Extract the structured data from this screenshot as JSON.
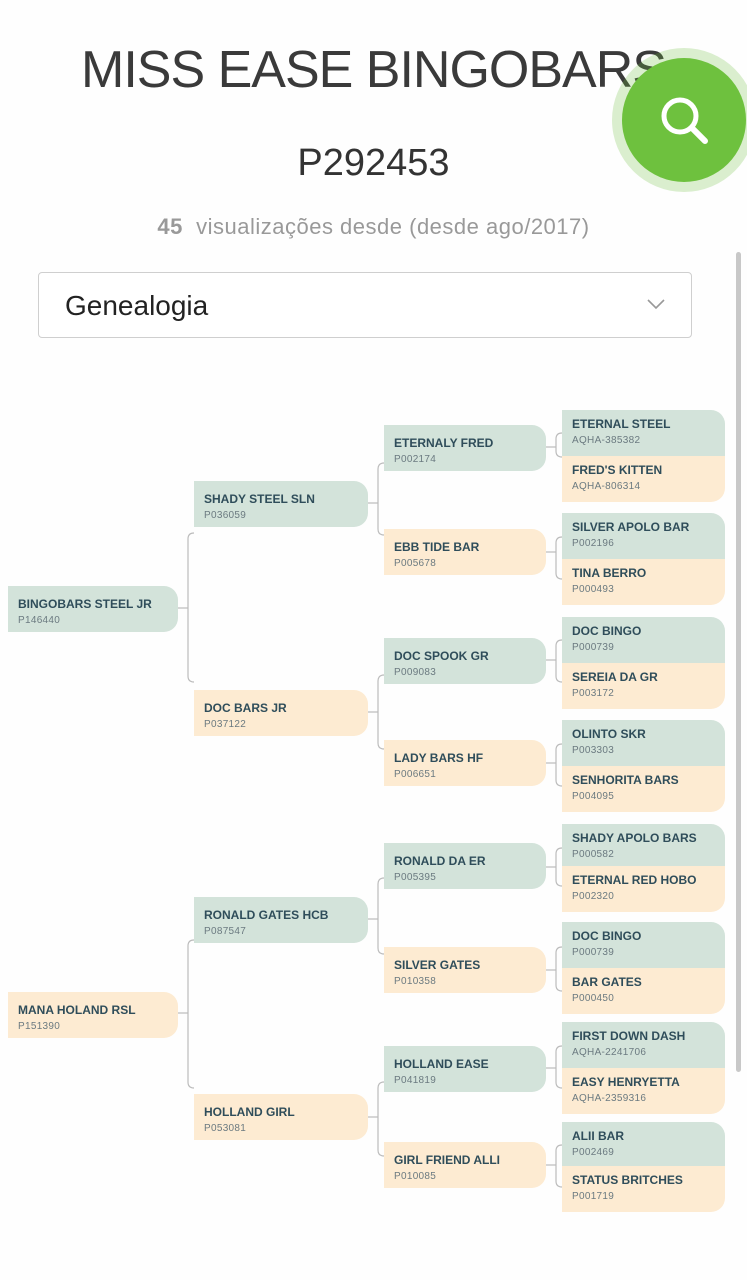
{
  "header": {
    "horse_name": "MISS EASE BINGOBARS",
    "registration": "P292453",
    "views_count": "45",
    "views_text": "visualizações desde  (desde ago/2017)"
  },
  "search_button": {
    "icon": "search-icon",
    "color": "#6ec13e"
  },
  "section_select": {
    "selected": "Genealogia"
  },
  "colors": {
    "green": "#d3e3da",
    "peach": "#fdebd2",
    "line": "#bcbcbc",
    "name_text": "#2f4d5a"
  },
  "pedigree": {
    "sire": {
      "name": "BINGOBARS STEEL JR",
      "reg": "P146440"
    },
    "dam": {
      "name": "MANA HOLAND RSL",
      "reg": "P151390"
    },
    "gen2": [
      {
        "name": "SHADY STEEL SLN",
        "reg": "P036059"
      },
      {
        "name": "DOC BARS JR",
        "reg": "P037122"
      },
      {
        "name": "RONALD GATES HCB",
        "reg": "P087547"
      },
      {
        "name": "HOLLAND GIRL",
        "reg": "P053081"
      }
    ],
    "gen3": [
      {
        "name": "ETERNALY FRED",
        "reg": "P002174"
      },
      {
        "name": "EBB TIDE BAR",
        "reg": "P005678"
      },
      {
        "name": "DOC SPOOK GR",
        "reg": "P009083"
      },
      {
        "name": "LADY BARS HF",
        "reg": "P006651"
      },
      {
        "name": "RONALD DA ER",
        "reg": "P005395"
      },
      {
        "name": "SILVER GATES",
        "reg": "P010358"
      },
      {
        "name": "HOLLAND EASE",
        "reg": "P041819"
      },
      {
        "name": "GIRL FRIEND ALLI",
        "reg": "P010085"
      }
    ],
    "gen4": [
      {
        "name": "ETERNAL STEEL",
        "reg": "AQHA-385382"
      },
      {
        "name": "FRED'S KITTEN",
        "reg": "AQHA-806314"
      },
      {
        "name": "SILVER APOLO BAR",
        "reg": "P002196"
      },
      {
        "name": "TINA BERRO",
        "reg": "P000493"
      },
      {
        "name": "DOC BINGO",
        "reg": "P000739"
      },
      {
        "name": "SEREIA DA GR",
        "reg": "P003172"
      },
      {
        "name": "OLINTO SKR",
        "reg": "P003303"
      },
      {
        "name": "SENHORITA BARS",
        "reg": "P004095"
      },
      {
        "name": "SHADY APOLO BARS",
        "reg": "P000582"
      },
      {
        "name": "ETERNAL RED HOBO",
        "reg": "P002320"
      },
      {
        "name": "DOC BINGO",
        "reg": "P000739"
      },
      {
        "name": "BAR GATES",
        "reg": "P000450"
      },
      {
        "name": "FIRST DOWN DASH",
        "reg": "AQHA-2241706"
      },
      {
        "name": "EASY HENRYETTA",
        "reg": "AQHA-2359316"
      },
      {
        "name": "ALII BAR",
        "reg": "P002469"
      },
      {
        "name": "STATUS BRITCHES",
        "reg": "P001719"
      }
    ]
  }
}
